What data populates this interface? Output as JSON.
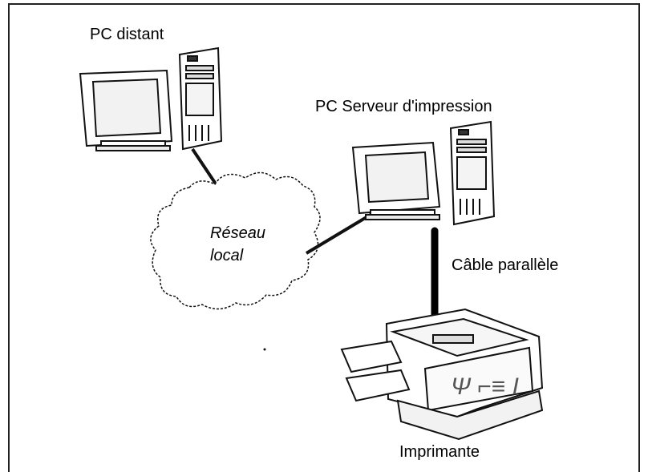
{
  "labels": {
    "remote_pc": "PC distant",
    "print_server_pc": "PC Serveur d'impression",
    "network_line1": "Réseau",
    "network_line2": "local",
    "parallel_cable": "Câble parallèle",
    "printer": "Imprimante"
  },
  "colors": {
    "stroke": "#111111",
    "screen_fill": "#f2f2f2",
    "cloud_fill": "#ffffff"
  },
  "icons": [
    "monitor-icon",
    "tower-icon",
    "cloud-icon",
    "printer-icon",
    "cable-icon"
  ]
}
